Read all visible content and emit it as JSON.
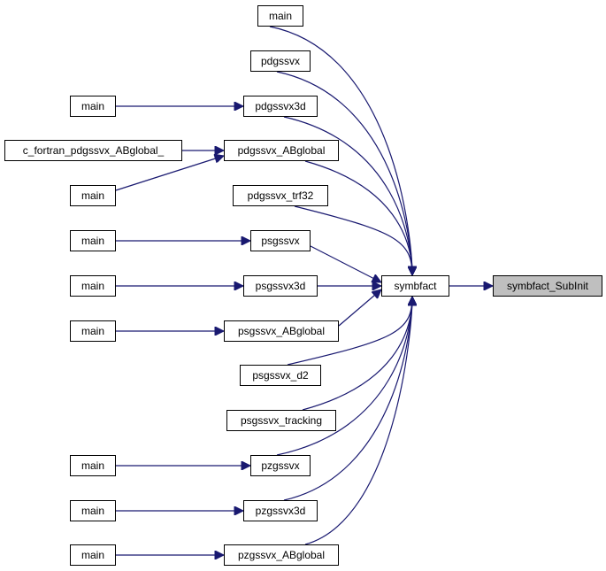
{
  "graph": {
    "nodes": [
      {
        "id": "n_main1",
        "label": "main"
      },
      {
        "id": "n_pdgssvx",
        "label": "pdgssvx"
      },
      {
        "id": "n_main2",
        "label": "main"
      },
      {
        "id": "n_pdgssvx3d",
        "label": "pdgssvx3d"
      },
      {
        "id": "n_cfortran",
        "label": "c_fortran_pdgssvx_ABglobal_"
      },
      {
        "id": "n_pdgssvx_ABglobal",
        "label": "pdgssvx_ABglobal"
      },
      {
        "id": "n_main3",
        "label": "main"
      },
      {
        "id": "n_pdgssvx_trf32",
        "label": "pdgssvx_trf32"
      },
      {
        "id": "n_main4",
        "label": "main"
      },
      {
        "id": "n_psgssvx",
        "label": "psgssvx"
      },
      {
        "id": "n_main5",
        "label": "main"
      },
      {
        "id": "n_psgssvx3d",
        "label": "psgssvx3d"
      },
      {
        "id": "n_symbfact",
        "label": "symbfact"
      },
      {
        "id": "n_subinit",
        "label": "symbfact_SubInit"
      },
      {
        "id": "n_main6",
        "label": "main"
      },
      {
        "id": "n_psgssvx_ABglobal",
        "label": "psgssvx_ABglobal"
      },
      {
        "id": "n_psgssvx_d2",
        "label": "psgssvx_d2"
      },
      {
        "id": "n_psgssvx_tracking",
        "label": "psgssvx_tracking"
      },
      {
        "id": "n_main7",
        "label": "main"
      },
      {
        "id": "n_pzgssvx",
        "label": "pzgssvx"
      },
      {
        "id": "n_main8",
        "label": "main"
      },
      {
        "id": "n_pzgssvx3d",
        "label": "pzgssvx3d"
      },
      {
        "id": "n_main9",
        "label": "main"
      },
      {
        "id": "n_pzgssvx_ABglobal",
        "label": "pzgssvx_ABglobal"
      }
    ],
    "edges": [
      {
        "from": "n_symbfact",
        "to": "n_subinit"
      },
      {
        "from": "n_main1",
        "to": "n_symbfact"
      },
      {
        "from": "n_pdgssvx",
        "to": "n_symbfact"
      },
      {
        "from": "n_pdgssvx3d",
        "to": "n_symbfact"
      },
      {
        "from": "n_pdgssvx_ABglobal",
        "to": "n_symbfact"
      },
      {
        "from": "n_pdgssvx_trf32",
        "to": "n_symbfact"
      },
      {
        "from": "n_psgssvx",
        "to": "n_symbfact"
      },
      {
        "from": "n_psgssvx3d",
        "to": "n_symbfact"
      },
      {
        "from": "n_psgssvx_ABglobal",
        "to": "n_symbfact"
      },
      {
        "from": "n_psgssvx_d2",
        "to": "n_symbfact"
      },
      {
        "from": "n_psgssvx_tracking",
        "to": "n_symbfact"
      },
      {
        "from": "n_pzgssvx",
        "to": "n_symbfact"
      },
      {
        "from": "n_pzgssvx3d",
        "to": "n_symbfact"
      },
      {
        "from": "n_pzgssvx_ABglobal",
        "to": "n_symbfact"
      },
      {
        "from": "n_main2",
        "to": "n_pdgssvx3d"
      },
      {
        "from": "n_cfortran",
        "to": "n_pdgssvx_ABglobal"
      },
      {
        "from": "n_main3",
        "to": "n_pdgssvx_ABglobal"
      },
      {
        "from": "n_main4",
        "to": "n_psgssvx"
      },
      {
        "from": "n_main5",
        "to": "n_psgssvx3d"
      },
      {
        "from": "n_main6",
        "to": "n_psgssvx_ABglobal"
      },
      {
        "from": "n_main7",
        "to": "n_pzgssvx"
      },
      {
        "from": "n_main8",
        "to": "n_pzgssvx3d"
      },
      {
        "from": "n_main9",
        "to": "n_pzgssvx_ABglobal"
      }
    ]
  },
  "colors": {
    "edge": "#191970",
    "node_border": "#000000",
    "node_fill": "#ffffff",
    "root_fill": "#bfbfbf"
  }
}
